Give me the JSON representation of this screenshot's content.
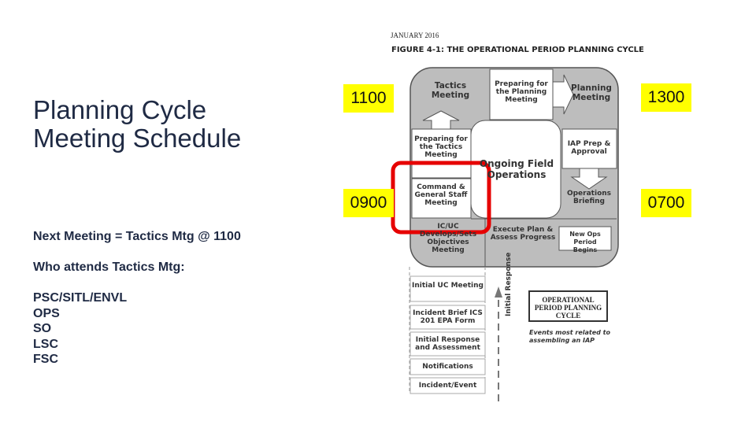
{
  "slide": {
    "title_line1": "Planning Cycle",
    "title_line2": "Meeting Schedule",
    "next_meeting": "Next Meeting = Tactics Mtg @ 1100",
    "who_attends": "Who attends Tactics Mtg:",
    "attendees": [
      "PSC/SITL/ENVL",
      "OPS",
      "SO",
      "LSC",
      "FSC"
    ]
  },
  "times": {
    "t1100": "1100",
    "t1300": "1300",
    "t0900": "0900",
    "t0700": "0700"
  },
  "figure": {
    "date": "JANUARY 2016",
    "title": "FIGURE 4-1: THE OPERATIONAL PERIOD PLANNING CYCLE",
    "tactics_meeting": "Tactics Meeting",
    "preparing_planning": "Preparing for the Planning Meeting",
    "planning_meeting": "Planning Meeting",
    "preparing_tactics": "Preparing for the Tactics Meeting",
    "ongoing_field_ops": "Ongoing Field Operations",
    "iap_prep": "IAP Prep & Approval",
    "command_general_staff": "Command & General Staff Meeting",
    "operations_briefing": "Operations Briefing",
    "icuc_objectives": "IC/UC Develops/Sets Objectives Meeting",
    "execute_plan": "Execute Plan & Assess Progress",
    "new_ops_period": "New Ops Period Begins",
    "initial_steps": [
      "Initial UC Meeting",
      "Incident Brief ICS 201 EPA Form",
      "Initial Response and Assessment",
      "Notifications",
      "Incident/Event"
    ],
    "initial_response": "Initial Response",
    "legend_title": "OPERATIONAL PERIOD PLANNING CYCLE",
    "legend_note": "Events most related to assembling an IAP"
  },
  "colors": {
    "title_text": "#1f2a44",
    "highlight": "#ffff00",
    "focus_ring": "#e60000",
    "cycle_gray": "#bdbdbd"
  }
}
